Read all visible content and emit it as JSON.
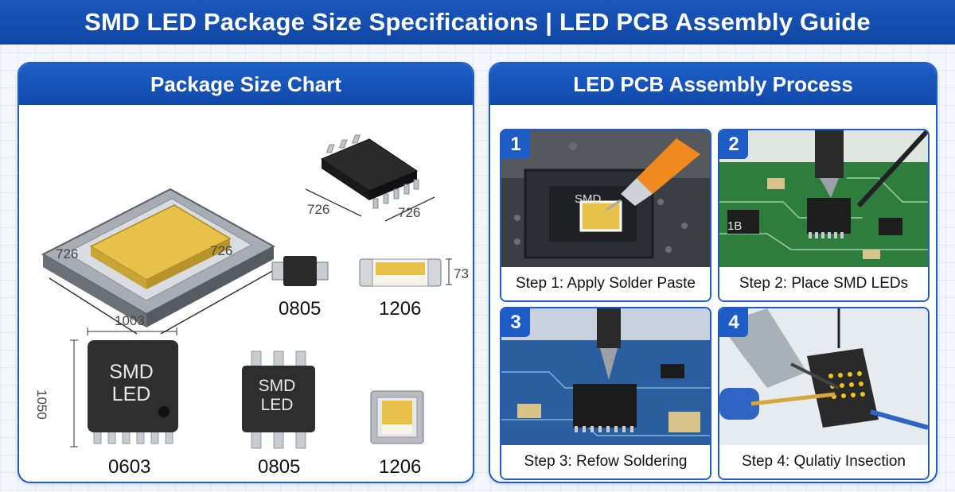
{
  "title": "SMD LED Package Size Specifications | LED PCB Assembly Guide",
  "left_panel": {
    "header": "Package Size Chart",
    "large_package": {
      "dim_left": "726",
      "dim_right": "726"
    },
    "soic_package": {
      "dim_left": "726",
      "dim_right": "726"
    },
    "small_0805": {
      "label": "0805"
    },
    "small_1206": {
      "label": "1206",
      "dim_height": "73"
    },
    "chip_0603": {
      "chip_text_1": "SMD",
      "chip_text_2": "LED",
      "dim_width": "1003",
      "dim_height": "1050",
      "label": "0603"
    },
    "chip_0805": {
      "chip_text_1": "SMD",
      "chip_text_2": "LED",
      "label": "0805"
    },
    "chip_1206": {
      "label": "1206"
    }
  },
  "right_panel": {
    "header": "LED PCB Assembly Process",
    "steps": [
      {
        "number": "1",
        "caption": "Step 1: Apply Solder Paste",
        "chip_text": "SMD"
      },
      {
        "number": "2",
        "caption": "Step 2: Place SMD LEDs",
        "board_text": "1B"
      },
      {
        "number": "3",
        "caption": "Step 3: Refow Soldering"
      },
      {
        "number": "4",
        "caption": "Step 4: Qulatiy Insection"
      }
    ]
  },
  "colors": {
    "brand_blue": "#1c5cc4",
    "led_yellow": "#e8c14a",
    "chip_black": "#2a2a2a",
    "pcb_green": "#2e7d3c",
    "pcb_blue": "#2a5e9e"
  }
}
